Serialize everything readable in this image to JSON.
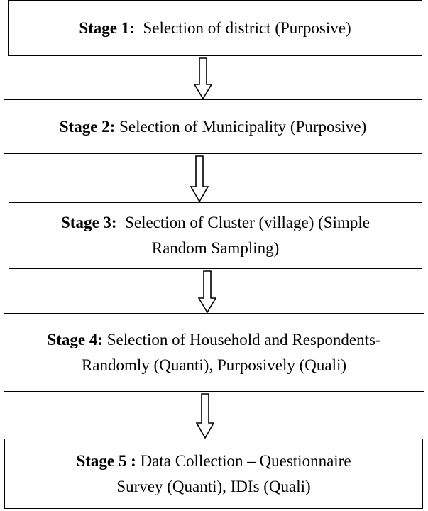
{
  "stages": [
    {
      "label": "Stage 1:",
      "text_lines": [
        "Selection of district (Purposive)"
      ]
    },
    {
      "label": "Stage 2:",
      "text_lines": [
        "Selection of Municipality (Purposive)"
      ]
    },
    {
      "label": "Stage 3:",
      "text_lines": [
        "Selection of Cluster (village) (Simple",
        "Random Sampling)"
      ]
    },
    {
      "label": "Stage 4:",
      "text_lines": [
        "Selection of Household and Respondents-",
        "Randomly (Quanti), Purposively (Quali)"
      ]
    },
    {
      "label": "Stage 5 :",
      "text_lines": [
        "Data Collection – Questionnaire",
        "Survey (Quanti), IDIs (Quali)"
      ]
    }
  ],
  "colors": {
    "border": "#000000",
    "background": "#ffffff",
    "text": "#000000"
  },
  "icons": {
    "connector": "down-arrow-icon"
  }
}
